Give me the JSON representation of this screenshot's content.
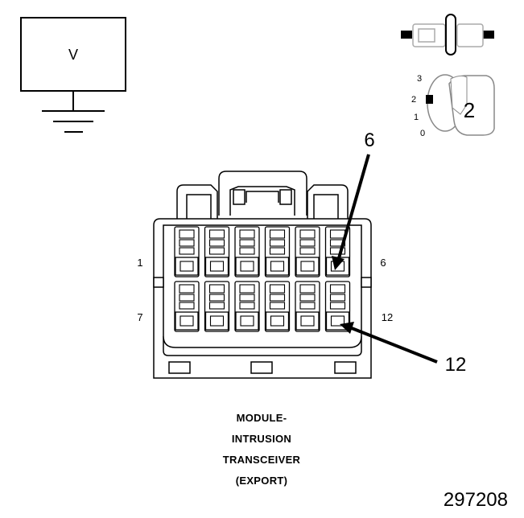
{
  "meter": {
    "mode_letter": "V"
  },
  "key_switch": {
    "positions": [
      "3",
      "2",
      "1",
      "0"
    ],
    "key_number": "2"
  },
  "connector": {
    "pin_labels": {
      "row1_first": "1",
      "row1_last": "6",
      "row2_first": "7",
      "row2_last": "12"
    },
    "probe_callouts": [
      "6",
      "12"
    ]
  },
  "caption": {
    "lines": [
      "MODULE-",
      "INTRUSION",
      "TRANSCEIVER",
      "(EXPORT)"
    ]
  },
  "figure_number": "297208"
}
